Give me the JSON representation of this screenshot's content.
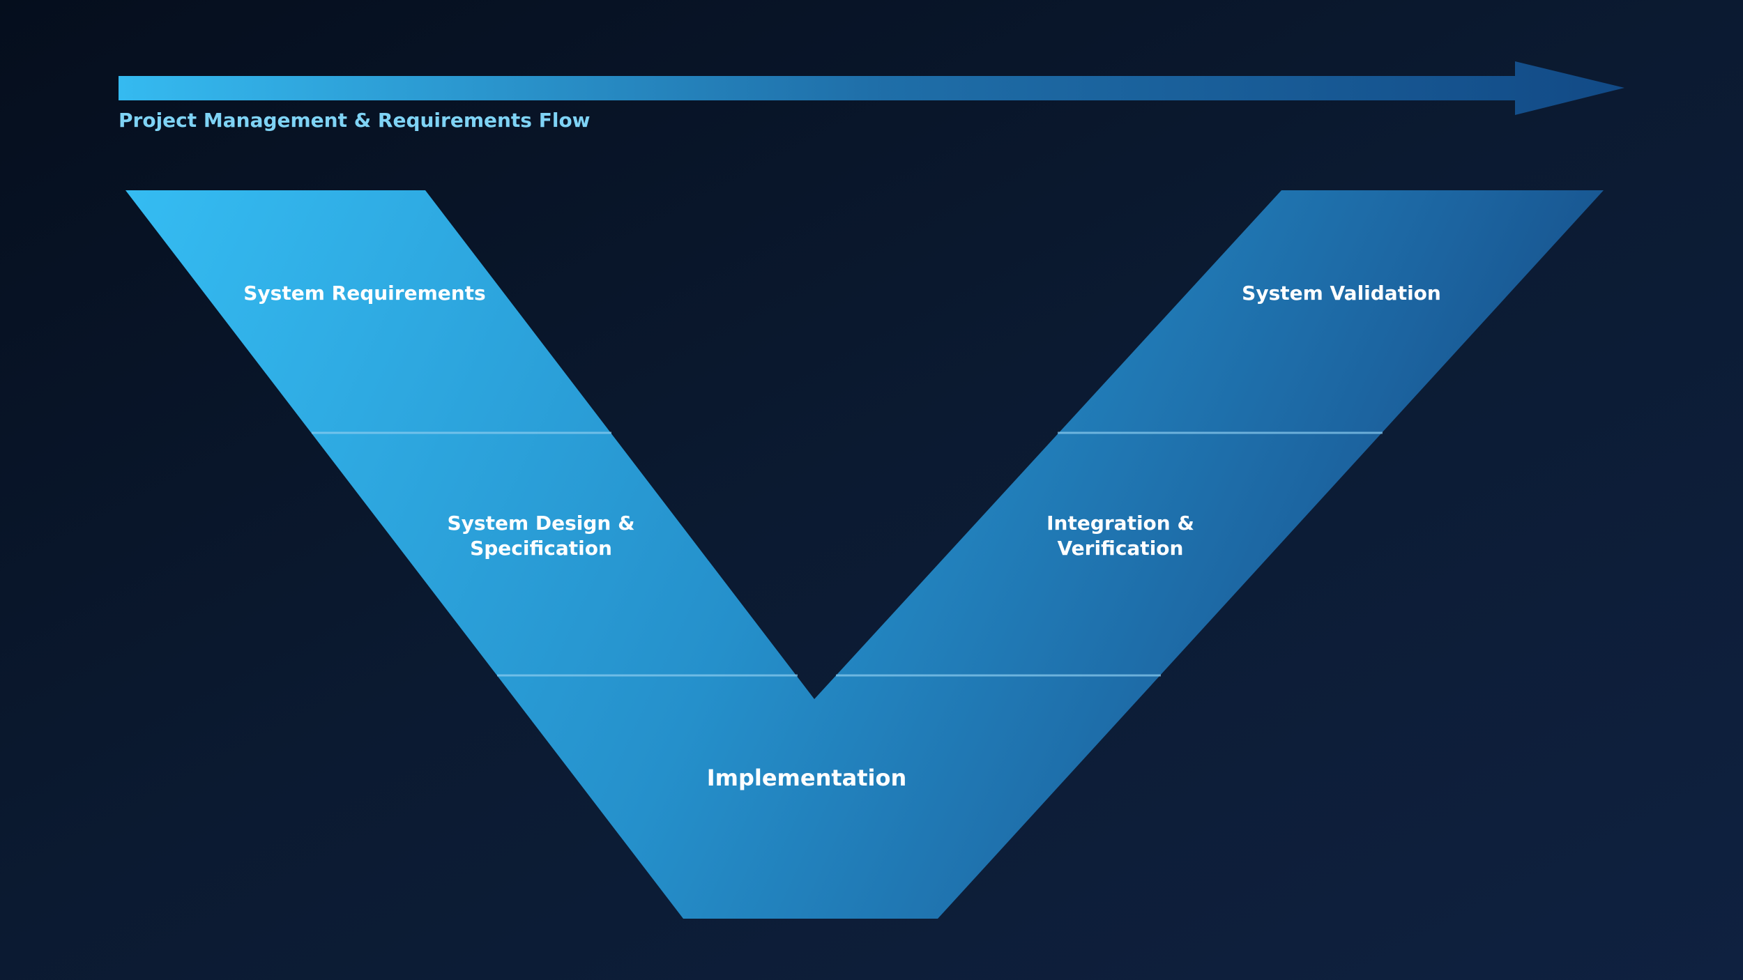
{
  "flow": {
    "label": "Project Management & Requirements Flow"
  },
  "stages": {
    "system_requirements": "System Requirements",
    "system_design": {
      "line1": "System Design &",
      "line2": "Specification"
    },
    "implementation": "Implementation",
    "integration": {
      "line1": "Integration &",
      "line2": "Verification"
    },
    "system_validation": "System Validation"
  },
  "colors": {
    "background_dark": "#050e1d",
    "light_blue": "#34b9ef",
    "dark_blue": "#114a85",
    "label_blue": "#7fd3f5"
  }
}
